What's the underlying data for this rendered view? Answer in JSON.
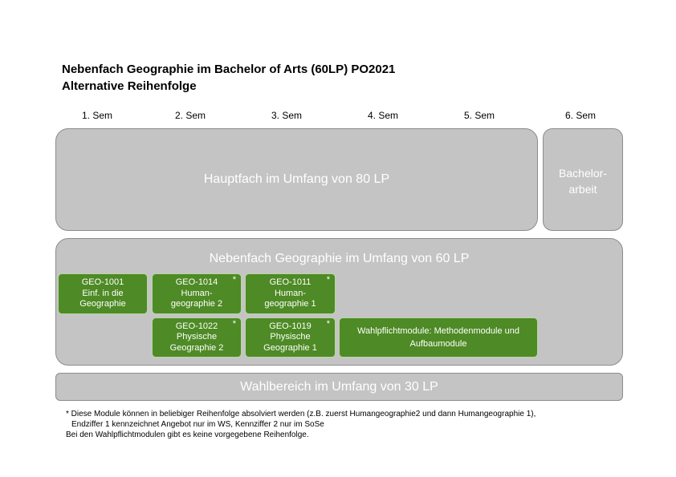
{
  "title": {
    "line1": "Nebenfach Geographie im Bachelor of Arts (60LP) PO2021",
    "line2": "Alternative Reihenfolge"
  },
  "semesters": [
    "1. Sem",
    "2. Sem",
    "3. Sem",
    "4. Sem",
    "5. Sem",
    "6. Sem"
  ],
  "hauptfach": {
    "label": "Hauptfach im Umfang von 80 LP"
  },
  "bachelorarbeit": {
    "line1": "Bachelor-",
    "line2": "arbeit"
  },
  "nebenfach": {
    "label": "Nebenfach Geographie im Umfang von 60 LP"
  },
  "modules": {
    "geo1001": {
      "code": "GEO-1001",
      "line1": "Einf. in die",
      "line2": "Geographie",
      "star": ""
    },
    "geo1014": {
      "code": "GEO-1014",
      "line1": "Human-",
      "line2": "geographie 2",
      "star": "*"
    },
    "geo1011": {
      "code": "GEO-1011",
      "line1": "Human-",
      "line2": "geographie 1",
      "star": "*"
    },
    "geo1022": {
      "code": "GEO-1022",
      "line1": "Physische",
      "line2": "Geographie 2",
      "star": "*"
    },
    "geo1019": {
      "code": "GEO-1019",
      "line1": "Physische",
      "line2": "Geographie 1",
      "star": "*"
    },
    "wahlpflicht": {
      "line1": "Wahlpflichtmodule: Methodenmodule und",
      "line2": "Aufbaumodule"
    }
  },
  "wahlbereich": {
    "label": "Wahlbereich im Umfang von 30 LP"
  },
  "footnotes": {
    "line1": "* Diese Module können in beliebiger Reihenfolge absolviert werden (z.B. zuerst Humangeographie2 und dann Humangeographie 1),",
    "line2": "Endziffer 1 kennzeichnet Angebot nur im WS, Kennziffer 2 nur im SoSe",
    "line3": "Bei den Wahlpflichtmodulen gibt es keine vorgegebene Reihenfolge."
  },
  "colors": {
    "module_green": "#4e8a25",
    "box_gray": "#c4c4c4"
  }
}
